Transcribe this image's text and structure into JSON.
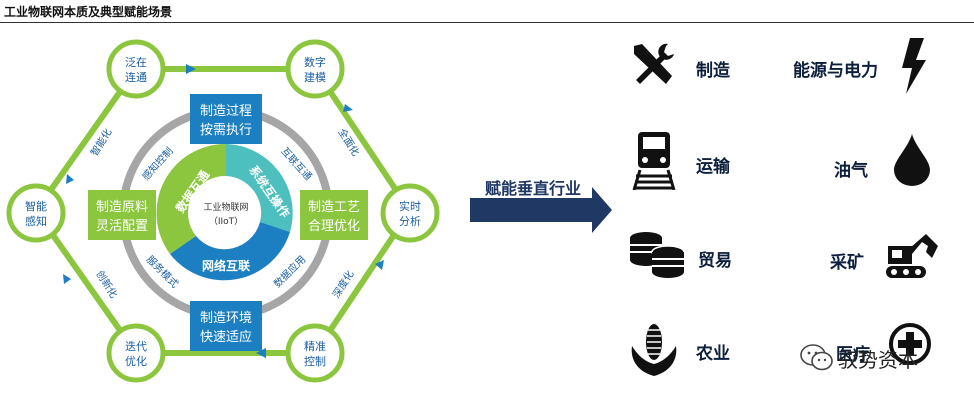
{
  "title": "工业物联网本质及典型赋能场景",
  "center": {
    "line1": "工业物联网",
    "line2": "（IIoT）"
  },
  "ring_segments": [
    "数据互通",
    "系统互操作",
    "网络互联"
  ],
  "inner_boxes": {
    "top": [
      "制造过程",
      "按需执行"
    ],
    "right": [
      "制造工艺",
      "合理优化"
    ],
    "bottom": [
      "制造环境",
      "快速适应"
    ],
    "left": [
      "制造原料",
      "灵活配置"
    ]
  },
  "ring_labels": [
    "感知控制",
    "互联互通",
    "数据应用",
    "服务模式"
  ],
  "outer_nodes": [
    [
      "泛在",
      "连通"
    ],
    [
      "数字",
      "建模"
    ],
    [
      "实时",
      "分析"
    ],
    [
      "精准",
      "控制"
    ],
    [
      "迭代",
      "优化"
    ],
    [
      "智能",
      "感知"
    ]
  ],
  "hex_labels": [
    "全面化",
    "深度化",
    "创新化",
    "智能化"
  ],
  "arrow_label": "赋能垂直行业",
  "industries": {
    "manufacturing": "制造",
    "energy": "能源与电力",
    "transport": "运输",
    "oil": "油气",
    "trade": "贸易",
    "mining": "采矿",
    "agriculture": "农业",
    "medical": "医疗"
  },
  "watermark": "驭势资本",
  "colors": {
    "green": "#8cc63f",
    "teal": "#4dbfbf",
    "blue": "#1b7fc1",
    "gray": "#9b9b9b",
    "navy": "#1f3864"
  }
}
